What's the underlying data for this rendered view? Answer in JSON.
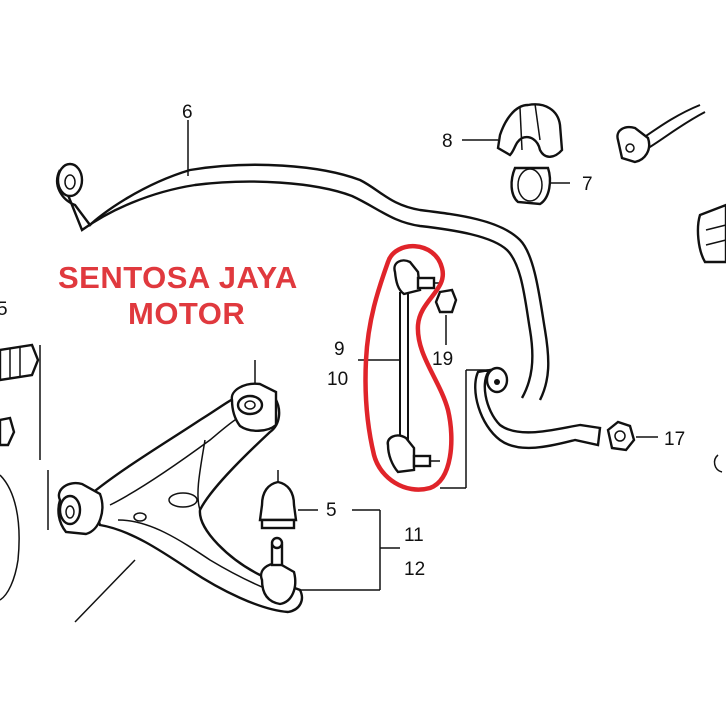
{
  "watermark": {
    "line1": "SENTOSA JAYA",
    "line2": "MOTOR",
    "color": "#e0393e"
  },
  "highlight_color": "#e0242a",
  "part_numbers": {
    "p5_left": "5",
    "p6": "6",
    "p8": "8",
    "p7": "7",
    "p9": "9",
    "p10": "10",
    "p19": "19",
    "p17": "17",
    "p5": "5",
    "p11": "11",
    "p12": "12"
  }
}
